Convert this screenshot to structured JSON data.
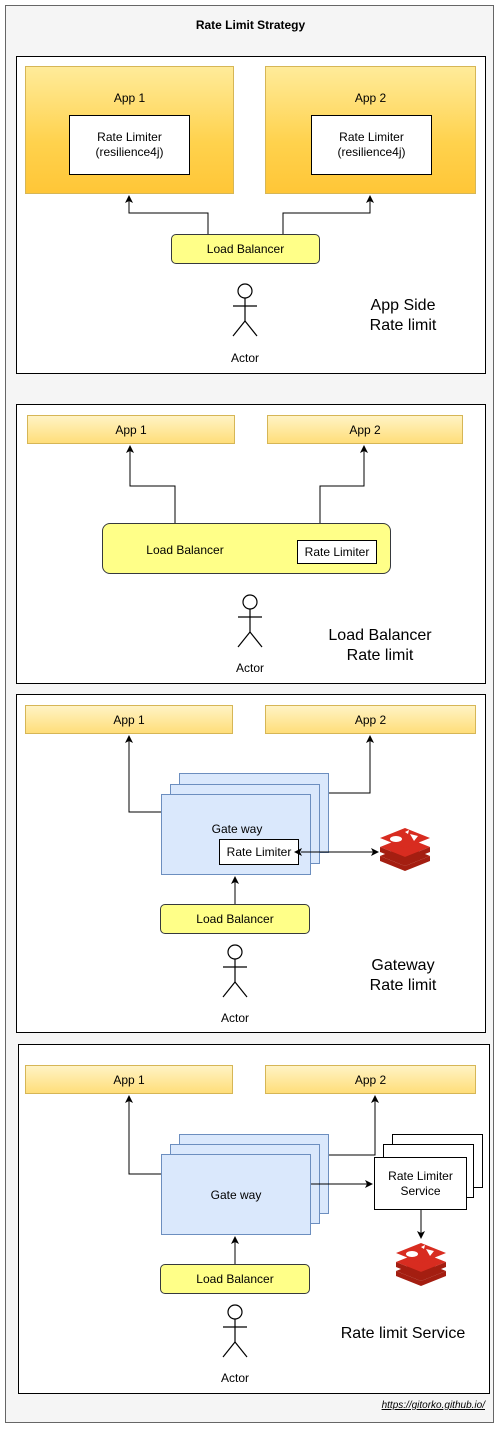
{
  "diagram_title": "Rate Limit Strategy",
  "panel1": {
    "app1": "App 1",
    "app2": "App 2",
    "limiter_line1": "Rate Limiter",
    "limiter_line2": "(resilience4j)",
    "load_balancer": "Load Balancer",
    "actor": "Actor",
    "caption_line1": "App Side",
    "caption_line2": "Rate limit"
  },
  "panel2": {
    "app1": "App 1",
    "app2": "App 2",
    "load_balancer": "Load Balancer",
    "rate_limiter": "Rate Limiter",
    "actor": "Actor",
    "caption_line1": "Load Balancer",
    "caption_line2": "Rate limit"
  },
  "panel3": {
    "app1": "App 1",
    "app2": "App 2",
    "gateway": "Gate way",
    "rate_limiter": "Rate Limiter",
    "load_balancer": "Load Balancer",
    "actor": "Actor",
    "caption_line1": "Gateway",
    "caption_line2": "Rate limit"
  },
  "panel4": {
    "app1": "App 1",
    "app2": "App 2",
    "gateway": "Gate way",
    "service_line1": "Rate Limiter",
    "service_line2": "Service",
    "load_balancer": "Load Balancer",
    "actor": "Actor",
    "caption": "Rate limit Service"
  },
  "footer_link": "https://gitorko.github.io/",
  "colors": {
    "app_fill": "#ffd966",
    "load_balancer_fill": "#ffff88",
    "gateway_fill": "#dae8fc",
    "redis_red": "#d82c20"
  },
  "icons": [
    "actor-icon",
    "redis-icon"
  ]
}
